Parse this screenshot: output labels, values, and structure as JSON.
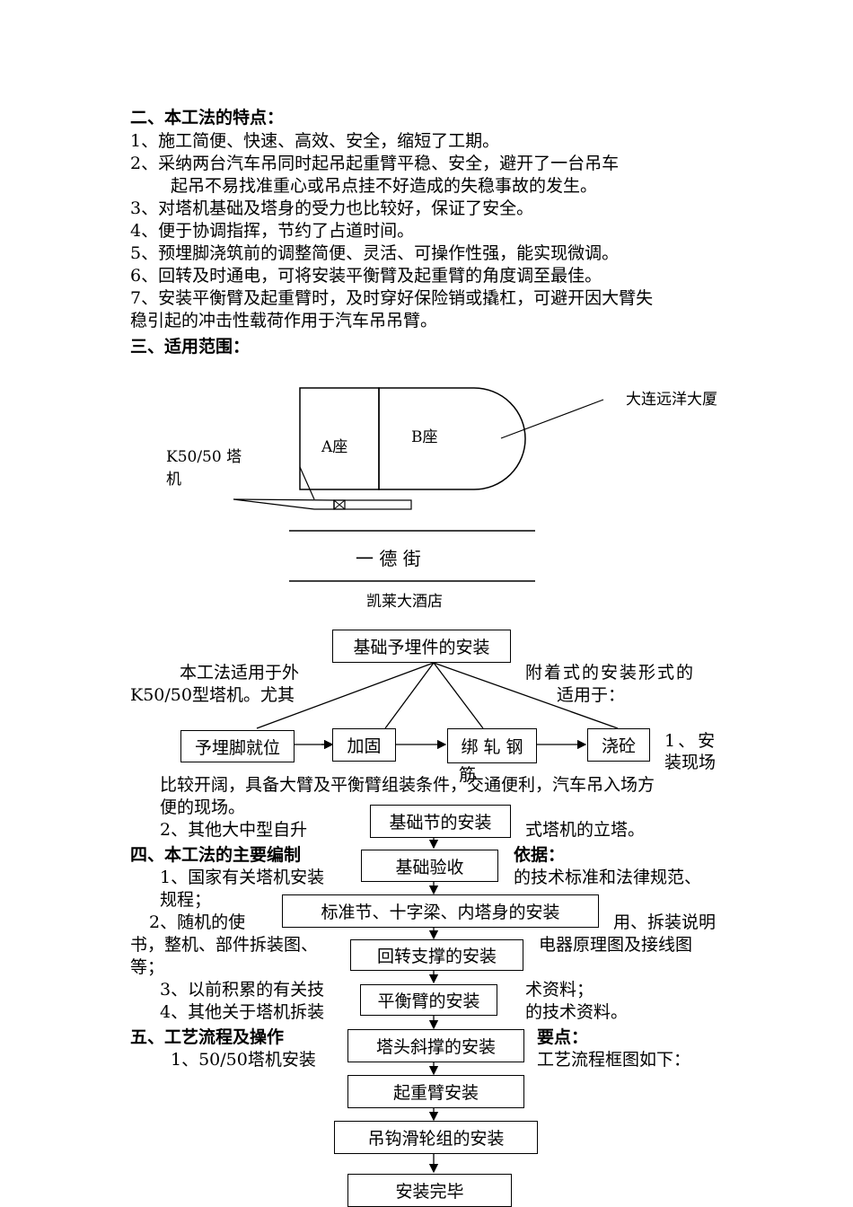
{
  "sec2": {
    "heading": "二、本工法的特点：",
    "items": [
      "1、施工简便、快速、高效、安全，缩短了工期。",
      "2、采纳两台汽车吊同时起吊起重臂平稳、安全，避开了一台吊车",
      "起吊不易找准重心或吊点挂不好造成的失稳事故的发生。",
      "3、对塔机基础及塔身的受力也比较好，保证了安全。",
      "4、便于协调指挥，节约了占道时间。",
      "5、预埋脚浇筑前的调整简便、灵活、可操作性强，能实现微调。",
      "6、回转及时通电，可将安装平衡臂及起重臂的角度调至最佳。",
      "7、安装平衡臂及起重臂时，及时穿好保险销或撬杠，可避开因大臂失",
      "稳引起的冲击性载荷作用于汽车吊吊臂。"
    ]
  },
  "sec3": {
    "heading": "三、适用范围："
  },
  "site": {
    "building": "大连远洋大厦",
    "a": "A座",
    "b": "B座",
    "crane1": "K50/50  塔",
    "crane2": "机",
    "street": "一   德   街",
    "hotel": "凯莱大酒店"
  },
  "scope": {
    "l1": "本工法适用于外",
    "l2": "K50/50型塔机。尤其",
    "r1": "附着式的安装形式的",
    "r2": "适用于：",
    "r3": "1、安",
    "r4": "装现场",
    "p1": "比较开阔，具备大臂及平衡臂组装条件，交通便利，汽车吊入场方",
    "p2": "便的现场。",
    "p3a": "2、其他大中型自升",
    "p3b": "式塔机的立塔。"
  },
  "sec4": {
    "heading_a": "四、本工法的主要编制",
    "heading_b": "依据：",
    "l1a": "1、国家有关塔机安装",
    "l1b": "的技术标准和法律规范、",
    "l2": "规程；",
    "l3a": "2、随机的使",
    "l3b": "用、拆装说明",
    "l4a": "书，整机、部件拆装图、",
    "l4b": "电器原理图及接线图",
    "l5": "等；",
    "l6a": "3、以前积累的有关技",
    "l6b": "术资料；",
    "l7a": "4、其他关于塔机拆装",
    "l7b": "的技术资料。"
  },
  "sec5": {
    "heading_a": "五、工艺流程及操作",
    "heading_b": "要点：",
    "l1a": "1、50/50塔机安装",
    "l1b": "工艺流程框图如下："
  },
  "flow": {
    "top": "基础予埋件的安装",
    "s1": "予埋脚就位",
    "s2": "加固",
    "s3": "绑 轧 钢",
    "s3b": "筋",
    "s4": "浇砼",
    "steps": [
      "基础节的安装",
      "基础验收",
      "标准节、十字梁、内塔身的安装",
      "回转支撑的安装",
      "平衡臂的安装",
      "塔头斜撑的安装",
      "起重臂安装",
      "吊钩滑轮组的安装",
      "安装完毕"
    ]
  }
}
